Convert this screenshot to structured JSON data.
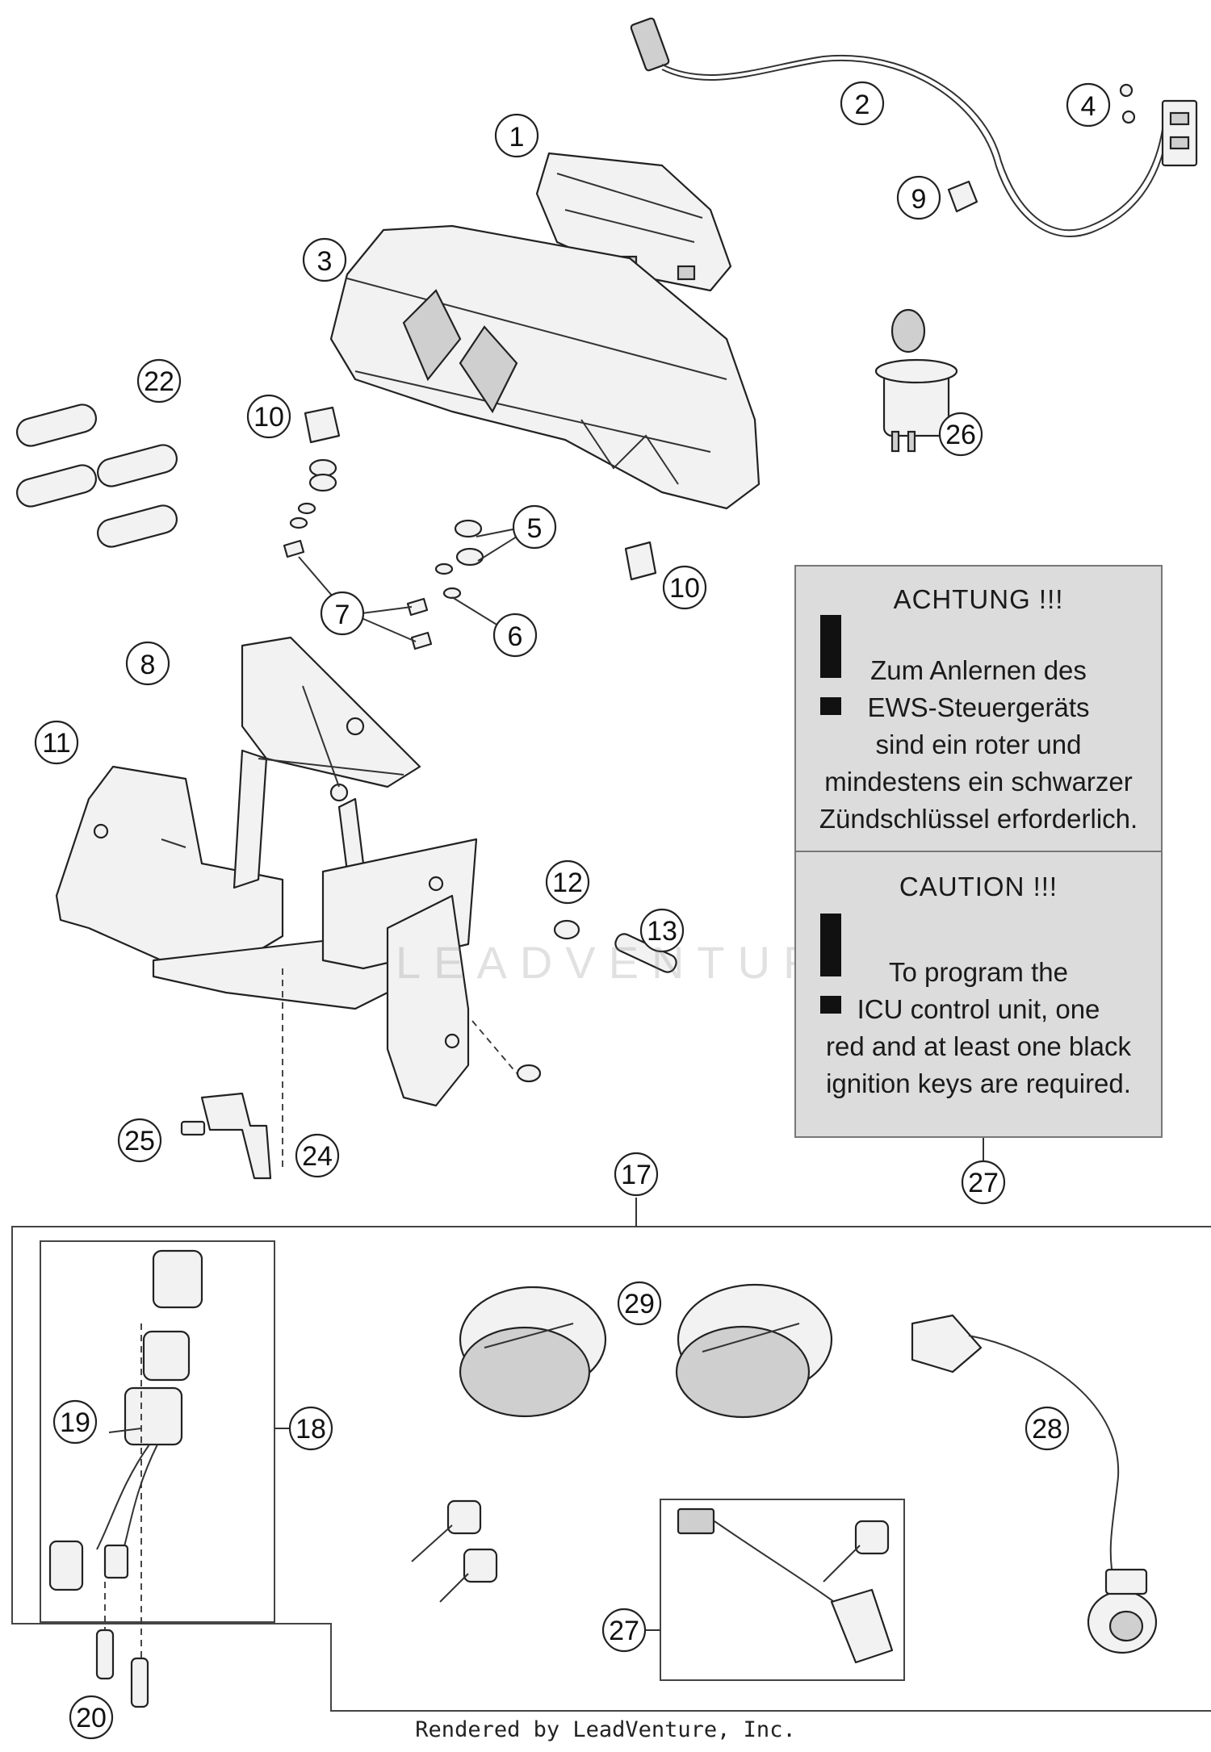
{
  "callouts": [
    {
      "label": "1"
    },
    {
      "label": "2"
    },
    {
      "label": "3"
    },
    {
      "label": "4"
    },
    {
      "label": "5"
    },
    {
      "label": "6"
    },
    {
      "label": "7"
    },
    {
      "label": "8"
    },
    {
      "label": "9"
    },
    {
      "label": "10"
    },
    {
      "label": "10"
    },
    {
      "label": "11"
    },
    {
      "label": "12"
    },
    {
      "label": "13"
    },
    {
      "label": "17"
    },
    {
      "label": "18"
    },
    {
      "label": "19"
    },
    {
      "label": "20"
    },
    {
      "label": "22"
    },
    {
      "label": "24"
    },
    {
      "label": "25"
    },
    {
      "label": "26"
    },
    {
      "label": "27"
    },
    {
      "label": "27"
    },
    {
      "label": "28"
    },
    {
      "label": "29"
    }
  ],
  "note_de": {
    "title": "ACHTUNG !!!",
    "lines": [
      "Zum Anlernen des",
      "EWS-Steuergeräts",
      "sind ein roter und",
      "mindestens ein schwarzer",
      "Zündschlüssel erforderlich."
    ]
  },
  "note_en": {
    "title": "CAUTION !!!",
    "lines": [
      "To program the",
      "ICU control unit, one",
      "red and at least one black",
      "ignition keys are required."
    ]
  },
  "watermark": "LEADVENTURE",
  "footer": "Rendered by LeadVenture, Inc."
}
